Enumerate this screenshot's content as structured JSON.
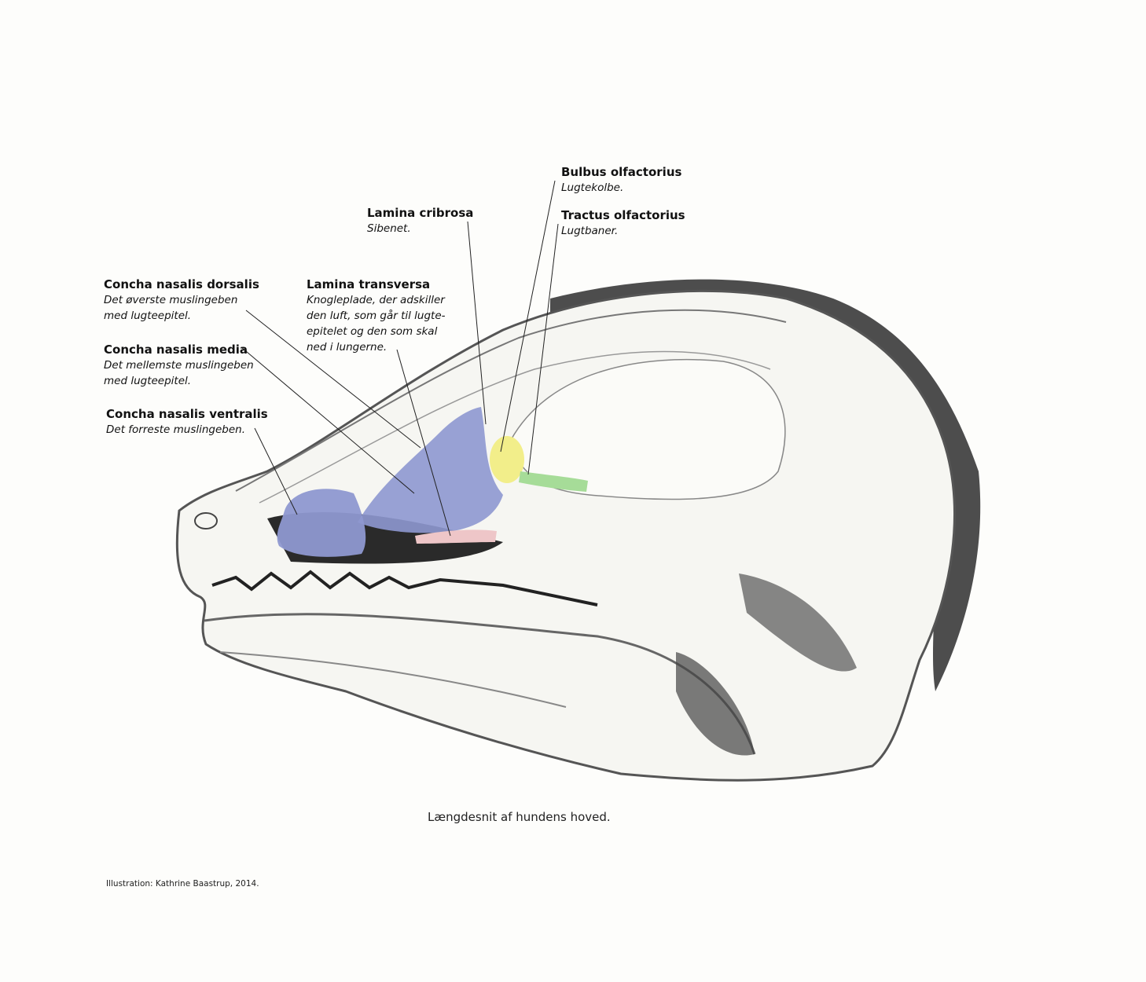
{
  "labels": {
    "bulbus": {
      "title": "Bulbus olfactorius",
      "desc": "Lugtekolbe."
    },
    "tractus": {
      "title": "Tractus olfactorius",
      "desc": "Lugtbaner."
    },
    "cribrosa": {
      "title": "Lamina cribrosa",
      "desc": "Sibenet."
    },
    "transversa": {
      "title": "Lamina transversa",
      "desc": "Knogleplade, der adskiller\nden luft, som går til lugte-\nepitelet og den som skal\nned i lungerne."
    },
    "dorsalis": {
      "title": "Concha nasalis dorsalis",
      "desc": "Det øverste muslingeben\nmed lugteepitel."
    },
    "media": {
      "title": "Concha nasalis media",
      "desc": "Det mellemste muslingeben\nmed lugteepitel."
    },
    "ventralis": {
      "title": "Concha nasalis ventralis",
      "desc": "Det forreste muslingeben."
    }
  },
  "caption": "Længdesnit af hundens hoved.",
  "credit": "Illustration: Kathrine Baastrup, 2014.",
  "colors": {
    "conchae": "#8e98d0",
    "bulbus": "#f2ee8a",
    "tractus": "#a6dc98",
    "lamina": "#eec6c8",
    "pencil": "#555555",
    "fur": "#2e2e2e"
  }
}
